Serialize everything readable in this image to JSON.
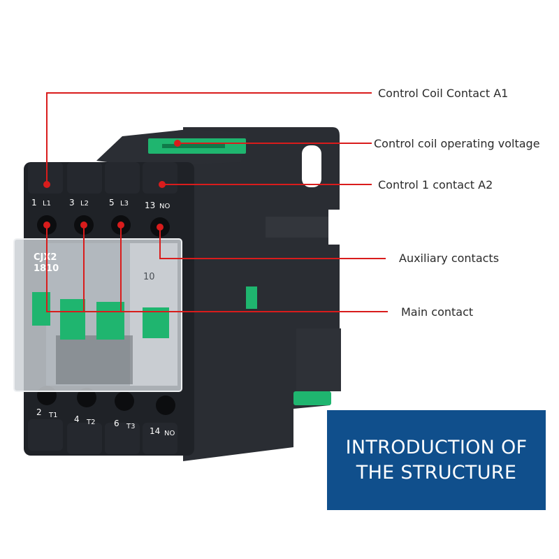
{
  "callouts": {
    "coil_a1": "Control Coil Contact A1",
    "coil_voltage": "Control coil operating voltage",
    "contact_a2": "Control 1 contact A2",
    "auxiliary": "Auxiliary contacts",
    "main": "Main contact"
  },
  "panel": {
    "line1": "INTRODUCTION OF",
    "line2": "THE STRUCTURE"
  },
  "device": {
    "model_line1": "CJX2",
    "model_line2": "1810",
    "aux_label": "10",
    "top_terminals": [
      {
        "num": "1",
        "label": "L1"
      },
      {
        "num": "3",
        "label": "L2"
      },
      {
        "num": "5",
        "label": "L3"
      },
      {
        "num": "13",
        "label": "NO"
      }
    ],
    "bottom_terminals": [
      {
        "num": "2",
        "label": "T1"
      },
      {
        "num": "4",
        "label": "T2"
      },
      {
        "num": "6",
        "label": "T3"
      },
      {
        "num": "14",
        "label": "NO"
      }
    ]
  },
  "colors": {
    "body": "#1f2227",
    "accent_green": "#1fb56f",
    "callout_red": "#d91c1c",
    "panel_blue": "#104f8c",
    "window": "#c9ced3"
  }
}
